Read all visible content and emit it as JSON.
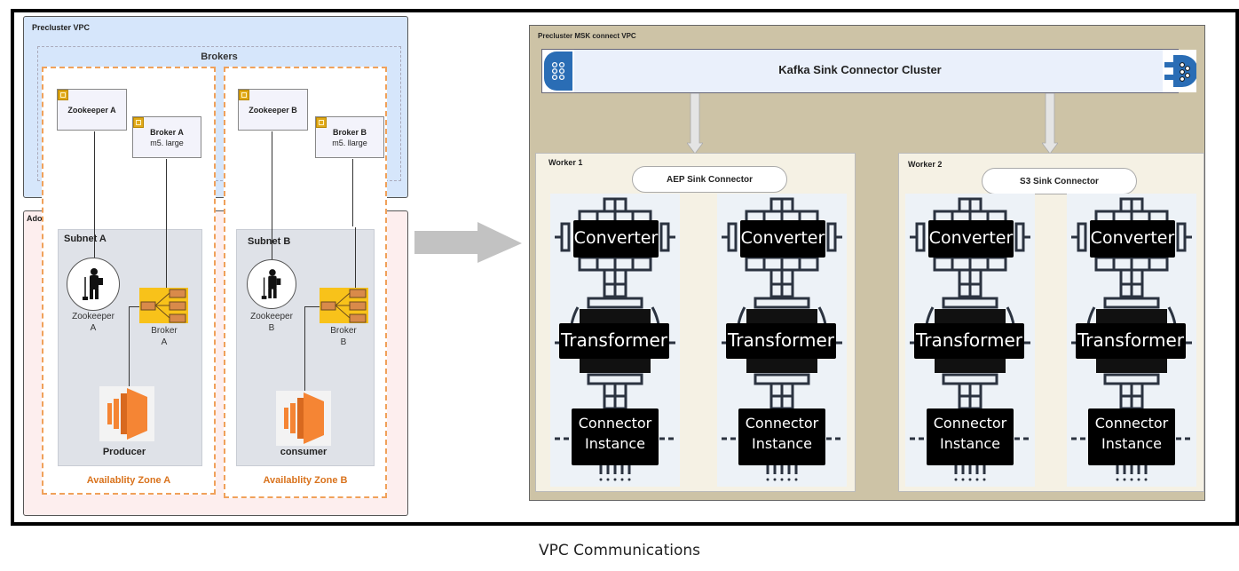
{
  "caption": "VPC Communications",
  "left": {
    "precluster_vpc": {
      "label": "Precluster VPC",
      "brokers_title": "Brokers",
      "zookeeper_a": "Zookeeper A",
      "broker_a": {
        "name": "Broker A",
        "type": "m5. large"
      },
      "zookeeper_b": "Zookeeper B",
      "broker_b": {
        "name": "Broker  B",
        "type": "m5. llarge"
      }
    },
    "adobe_msk_vpc": {
      "label": "Adobe MSK VPC",
      "subnet_a": {
        "label": "Subnet A",
        "zookeeper": [
          "Zookeeper",
          "A"
        ],
        "broker": [
          "Broker",
          "A"
        ],
        "client": "Producer"
      },
      "subnet_b": {
        "label": "Subnet B",
        "zookeeper": [
          "Zookeeper",
          "B"
        ],
        "broker": [
          "Broker",
          "B"
        ],
        "client": "consumer"
      },
      "az_a": "Availablity Zone  A",
      "az_b": "Availablity Zone  B"
    }
  },
  "right": {
    "vpc_label": "Precluster MSK connect VPC",
    "cluster_title": "Kafka Sink Connector Cluster",
    "workers": [
      {
        "label": "Worker 1",
        "connector": "AEP Sink Connector",
        "columns": [
          {
            "converter": "Converter",
            "transformer": "Transformer",
            "instance": [
              "Connector",
              "Instance"
            ]
          },
          {
            "converter": "Converter",
            "transformer": "Transformer",
            "instance": [
              "Connector",
              "Instance"
            ]
          }
        ]
      },
      {
        "label": "Worker 2",
        "connector": "S3 Sink Connector",
        "columns": [
          {
            "converter": "Converter",
            "transformer": "Transformer",
            "instance": [
              "Connector",
              "Instance"
            ]
          },
          {
            "converter": "Converter",
            "transformer": "Transformer",
            "instance": [
              "Connector",
              "Instance"
            ]
          }
        ]
      }
    ]
  },
  "colors": {
    "precluster_bg": "#d6e6fb",
    "msk_bg": "#fdeeee",
    "az_border": "#f0a15a",
    "az_text": "#d9731d",
    "ec2_orange": "#f58534",
    "broker_yellow": "#f8c21a",
    "connect_vpc_bg": "#cdc3a6",
    "worker_bg": "#f5f1e4",
    "kafka_blue": "#2a6db5"
  }
}
